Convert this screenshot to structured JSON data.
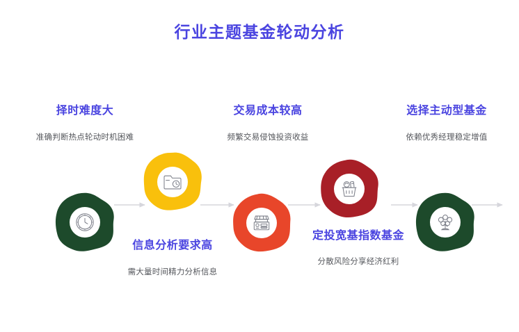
{
  "page": {
    "title": "行业主题基金轮动分析",
    "background_color": "#ffffff",
    "accent_color": "#4a44e0",
    "subtitle_color": "#55575c",
    "connector_color": "#d6d6dc"
  },
  "steps": [
    {
      "id": "step-1",
      "heading": "择时难度大",
      "subtitle": "准确判断热点轮动时机困难",
      "label_position": "above",
      "blob_color": "#1d4a2b",
      "icon": "clock-icon"
    },
    {
      "id": "step-2",
      "heading": "信息分析要求高",
      "subtitle": "需大量时间精力分析信息",
      "label_position": "below",
      "blob_color": "#f9c00c",
      "icon": "folder-clock-icon"
    },
    {
      "id": "step-3",
      "heading": "交易成本较高",
      "subtitle": "频繁交易侵蚀投资收益",
      "label_position": "above",
      "blob_color": "#e8462a",
      "icon": "market-stall-icon"
    },
    {
      "id": "step-4",
      "heading": "定投宽基指数基金",
      "subtitle": "分散风险分享经济红利",
      "label_position": "below",
      "blob_color": "#a81f27",
      "icon": "shopping-basket-icon"
    },
    {
      "id": "step-5",
      "heading": "选择主动型基金",
      "subtitle": "依赖优秀经理稳定增值",
      "label_position": "above",
      "blob_color": "#1d4a2b",
      "icon": "money-tree-icon"
    }
  ],
  "connectors": [
    {
      "id": "arrow-1-2"
    },
    {
      "id": "arrow-2-3"
    },
    {
      "id": "arrow-3-4"
    },
    {
      "id": "arrow-4-5"
    },
    {
      "id": "arrow-5-end"
    }
  ]
}
